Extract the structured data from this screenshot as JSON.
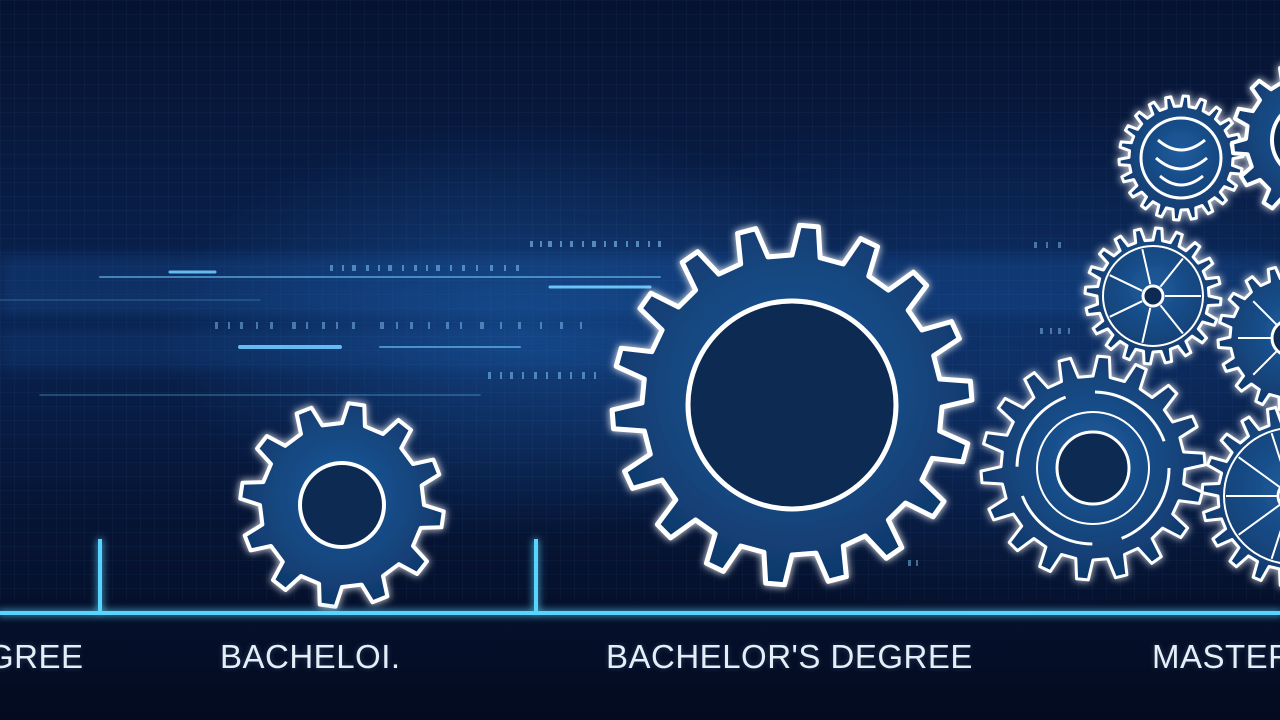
{
  "timeline": {
    "labels": [
      {
        "id": "degree-left",
        "text": "GREE"
      },
      {
        "id": "bachelor-short",
        "text": "BACHELOI."
      },
      {
        "id": "bachelors-degree",
        "text": "BACHELOR'S DEGREE"
      },
      {
        "id": "master",
        "text": "MASTER"
      }
    ]
  },
  "colors": {
    "background": "#050d24",
    "glow": "#7fd8ff",
    "outline": "#ffffff"
  }
}
